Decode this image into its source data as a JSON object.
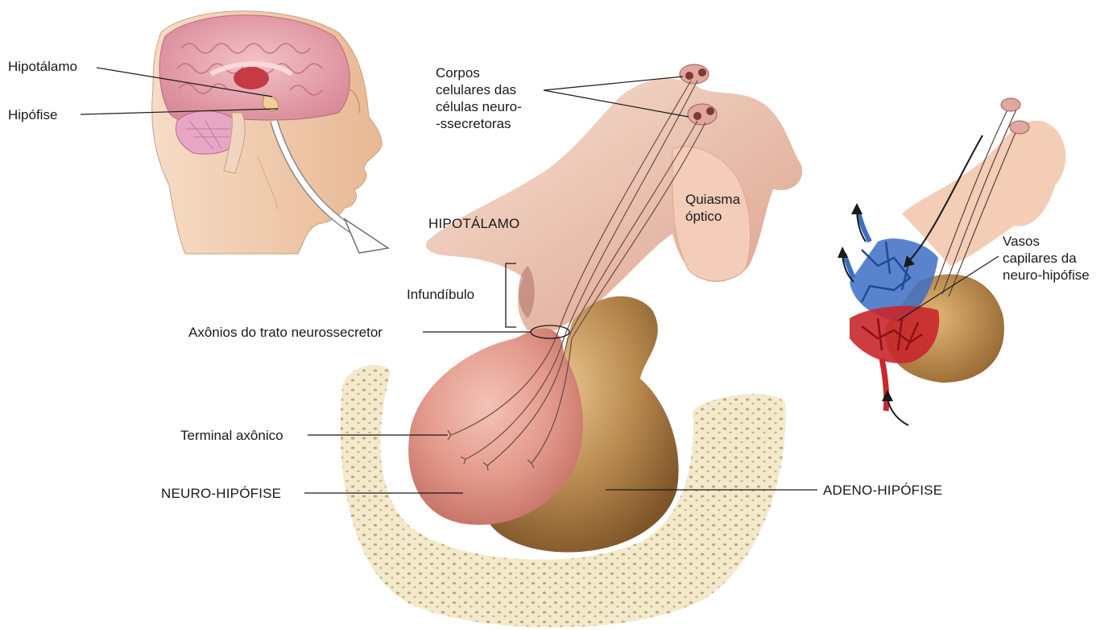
{
  "colors": {
    "tissue_pink": "#e9b7a4",
    "tissue_light": "#f6dccd",
    "neurohypophysis": "#e39a8c",
    "adenohypophysis": "#b8894f",
    "bone": "#efe2bf",
    "vein_blue": "#3c6fc4",
    "artery_red": "#c8272b",
    "line": "#1a1a1a"
  },
  "icons": [
    "head-illustration-icon",
    "arrow-icon",
    "capillary-network-icon"
  ],
  "labels": {
    "hipotalamo_small": "Hipotálamo",
    "hipofise": "Hipófise",
    "corpos_celulares": "Corpos\ncelulares das\ncélulas neuro-\n-ssecretoras",
    "quiasma": "Quiasma\nóptico",
    "hipotalamo_caps": "HIPOTÁLAMO",
    "infundibulo": "Infundíbulo",
    "axonios": "Axônios do trato neurossecretor",
    "terminal": "Terminal axônico",
    "neuro": "NEURO-HIPÓFISE",
    "adeno": "ADENO-HIPÓFISE",
    "vasos": "Vasos\ncapilares da\nneuro-hipófise"
  }
}
